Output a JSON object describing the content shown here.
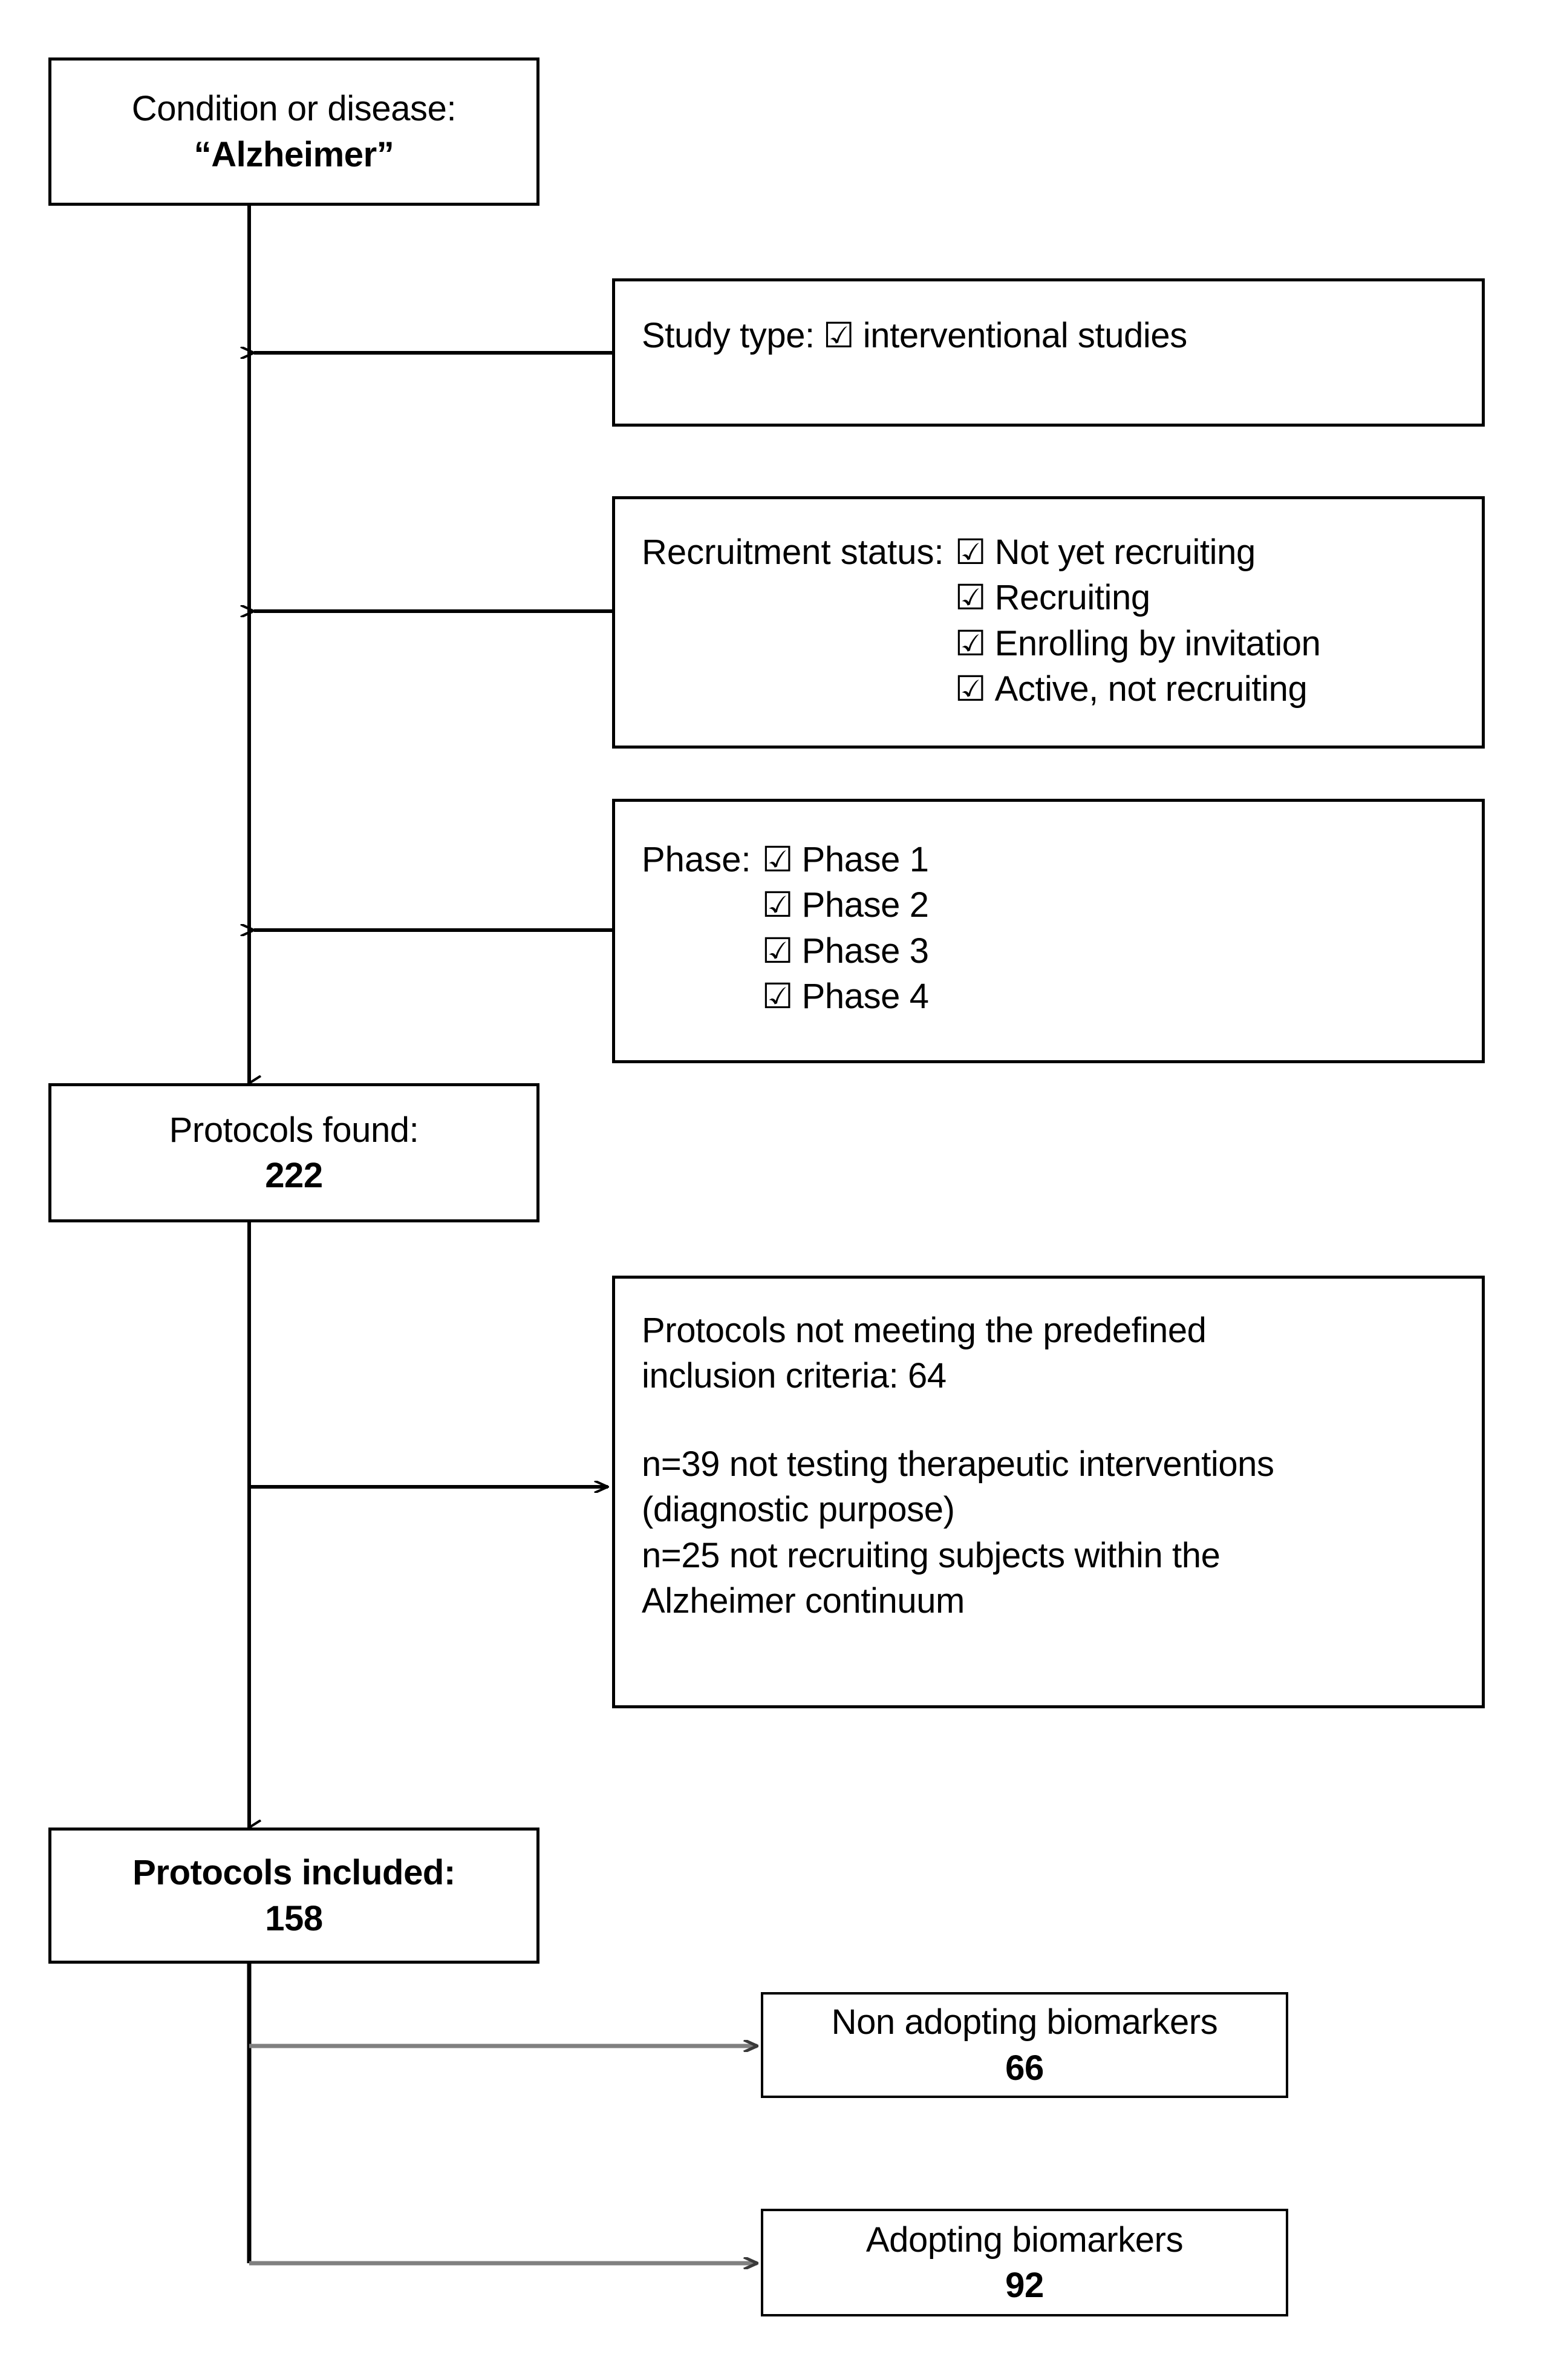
{
  "diagram": {
    "title": "Clinical trial protocol selection flowchart",
    "checkbox_glyph": "☑",
    "line_color": "#000000",
    "branch_line_color": "#808080",
    "background": "#ffffff"
  },
  "nodes": {
    "search_query": {
      "line1": "Condition or disease:",
      "line2": "“Alzheimer”"
    },
    "filter_study_type": {
      "label": "Study type:",
      "options": [
        "interventional studies"
      ]
    },
    "filter_recruitment_status": {
      "label": "Recruitment status:",
      "options": [
        "Not yet recruiting",
        "Recruiting",
        "Enrolling by invitation",
        "Active, not recruiting"
      ]
    },
    "filter_phase": {
      "label": "Phase:",
      "options": [
        "Phase 1",
        "Phase 2",
        "Phase 3",
        "Phase 4"
      ]
    },
    "protocols_found": {
      "line1": "Protocols found:",
      "line2": "222"
    },
    "exclusions": {
      "line1": "Protocols not meeting the predefined",
      "line2": "inclusion criteria: 64",
      "line3": "n=39 not testing therapeutic interventions",
      "line4": "(diagnostic purpose)",
      "line5": "n=25 not recruiting subjects within the",
      "line6": "Alzheimer continuum"
    },
    "protocols_included": {
      "line1": "Protocols included:",
      "line2": "158"
    },
    "non_adopting_biomarkers": {
      "line1": "Non adopting biomarkers",
      "line2": "66"
    },
    "adopting_biomarkers": {
      "line1": "Adopting biomarkers",
      "line2": "92"
    }
  },
  "chart_data": {
    "type": "flowchart",
    "title": "Clinical trial protocol selection flowchart",
    "stages": [
      {
        "id": "search_query",
        "label": "Condition or disease: “Alzheimer”",
        "count": null
      },
      {
        "id": "protocols_found",
        "label": "Protocols found",
        "count": 222
      },
      {
        "id": "protocols_included",
        "label": "Protocols included",
        "count": 158
      }
    ],
    "filters": [
      {
        "id": "study_type",
        "label": "Study type",
        "selected": [
          "interventional studies"
        ]
      },
      {
        "id": "recruitment_status",
        "label": "Recruitment status",
        "selected": [
          "Not yet recruiting",
          "Recruiting",
          "Enrolling by invitation",
          "Active, not recruiting"
        ]
      },
      {
        "id": "phase",
        "label": "Phase",
        "selected": [
          "Phase 1",
          "Phase 2",
          "Phase 3",
          "Phase 4"
        ]
      }
    ],
    "exclusions": {
      "label": "Protocols not meeting the predefined inclusion criteria",
      "total": 64,
      "reasons": [
        {
          "n": 39,
          "reason": "not testing therapeutic interventions (diagnostic purpose)"
        },
        {
          "n": 25,
          "reason": "not recruiting subjects within the Alzheimer continuum"
        }
      ]
    },
    "outcomes": [
      {
        "label": "Non adopting biomarkers",
        "count": 66
      },
      {
        "label": "Adopting biomarkers",
        "count": 92
      }
    ]
  }
}
